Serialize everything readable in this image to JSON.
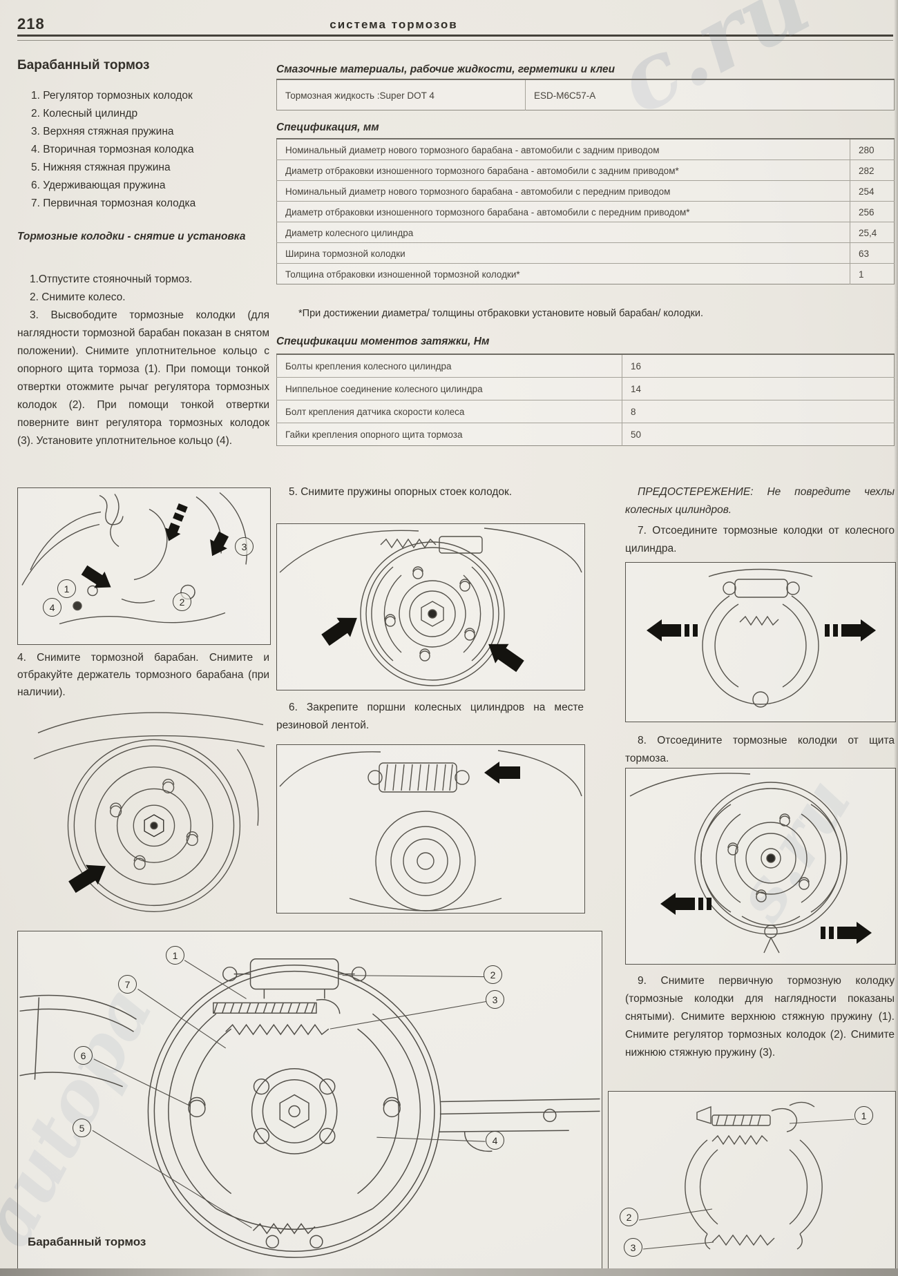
{
  "colors": {
    "paper": "#ebe8e1",
    "ink": "#322f29"
  },
  "header": {
    "page_number": "218",
    "title": "система тормозов"
  },
  "watermark": {
    "fragments": [
      "c.ru",
      "autopa",
      "s.ru"
    ]
  },
  "left": {
    "title": "Барабанный тормоз",
    "parts": [
      "1. Регулятор тормозных колодок",
      "2. Колесный цилиндр",
      "3. Верхняя стяжная пружина",
      "4. Вторичная тормозная колодка",
      "5. Нижняя стяжная пружина",
      "6. Удерживающая пружина",
      "7. Первичная тормозная колодка"
    ],
    "section_heading": "Тормозные колодки - снятие и установка",
    "step1": "1.Отпустите стояночный тормоз.",
    "step2": "2. Снимите колесо.",
    "step3": "3. Высвободите тормозные колодки (для наглядности тормозной барабан показан в снятом положении). Снимите уплотнительное кольцо с опорного щита тормоза (1). При помощи тонкой отвертки отожмите рычаг регулятора тормозных колодок (2). При помощи тонкой отвертки поверните винт регулятора тормозных колодок (3). Установите уплотнительное кольцо (4).",
    "step4": "4. Снимите тормозной барабан. Снимите и отбракуйте держатель тормозного барабана (при наличии)."
  },
  "tables": {
    "lubricants": {
      "title": "Смазочные материалы, рабочие жидкости, герметики и клеи",
      "rows": [
        [
          "Тормозная жидкость :Super DOT 4",
          "ESD-M6C57-A"
        ]
      ]
    },
    "spec": {
      "title": "Спецификация, мм",
      "rows": [
        [
          "Номинальный диаметр нового тормозного барабана - автомобили с задним приводом",
          "280"
        ],
        [
          "Диаметр отбраковки изношенного тормозного барабана - автомобили с задним приводом*",
          "282"
        ],
        [
          "Номинальный диаметр нового тормозного барабана - автомобили с передним приводом",
          "254"
        ],
        [
          "Диаметр отбраковки изношенного тормозного барабана - автомобили с передним приводом*",
          "256"
        ],
        [
          "Диаметр колесного цилиндра",
          "25,4"
        ],
        [
          "Ширина тормозной колодки",
          "63"
        ],
        [
          "Толщина отбраковки изношенной тормозной колодки*",
          "1"
        ]
      ],
      "footnote": "*При достижении диаметра/ толщины отбраковки установите новый барабан/ колодки."
    },
    "torque": {
      "title": "Спецификации моментов затяжки, Нм",
      "rows": [
        [
          "Болты крепления колесного цилиндра",
          "16"
        ],
        [
          "Ниппельное соединение колесного цилиндра",
          "14"
        ],
        [
          "Болт крепления датчика скорости колеса",
          "8"
        ],
        [
          "Гайки крепления опорного щита тормоза",
          "50"
        ]
      ]
    }
  },
  "middle": {
    "step5": "5. Снимите пружины опорных стоек колодок.",
    "step6": "6. Закрепите поршни колесных цилиндров на месте резиновой лентой."
  },
  "right": {
    "warning": "ПРЕДОСТЕРЕЖЕНИЕ: Не повредите чехлы колесных цилиндров.",
    "step7": "7. Отсоедините тормозные колодки от колесного цилиндра.",
    "step8": "8. Отсоедините тормозные колодки от щита тормоза.",
    "step9": "9. Снимите первичную тормозную колодку (тормозные колодки для наглядности показаны снятыми). Снимите верхнюю стяжную пружину (1). Снимите регулятор тормозных колодок (2). Снимите нижнюю стяжную пружину (3)."
  },
  "diagrams": {
    "adjuster_detail": {
      "callouts": [
        "1",
        "4",
        "2",
        "3"
      ]
    },
    "assembly": {
      "caption": "Барабанный тормоз",
      "callouts": [
        "1",
        "2",
        "3",
        "4",
        "5",
        "6",
        "7"
      ]
    },
    "shoe_removal": {
      "callouts": [
        "1",
        "2",
        "3"
      ]
    }
  }
}
